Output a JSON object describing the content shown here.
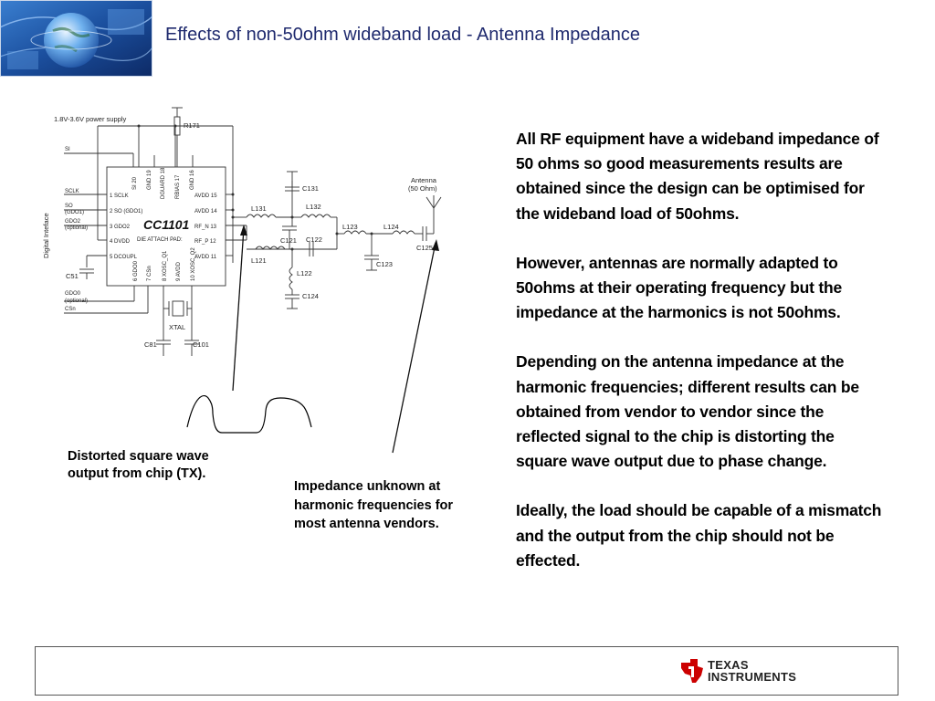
{
  "slide": {
    "title": "Effects of non-50ohm wideband load - Antenna Impedance"
  },
  "schematic": {
    "power_supply": "1.8V-3.6V power supply",
    "digital_interface": "Digital Inteface",
    "chip_name": "CC1101",
    "die_attach": "DIE ATTACH PAD:",
    "antenna": "Antenna",
    "antenna_ohm": "(50 Ohm)",
    "xtal": "XTAL",
    "left_pins": [
      "1 SCLK",
      "2 SO (GDO1)",
      "3 GDO2",
      "4 DVDD",
      "5 DCOUPL"
    ],
    "right_pins": [
      "AVDD 15",
      "AVDD 14",
      "RF_N 13",
      "RF_P 12",
      "AVDD 11"
    ],
    "top_pins": [
      "SI 20",
      "GND 19",
      "DGUARD 18",
      "RBIAS 17",
      "GND 16"
    ],
    "bottom_pins": [
      "6 GDO0",
      "7 CSn",
      "8 XOSC_Q1",
      "9 AVDD",
      "10 XOSC_Q2"
    ],
    "signals": [
      "SI",
      "SCLK",
      "SO",
      "(GDO1)",
      "GDO2",
      "(optional)",
      "GDO0",
      "(optional)",
      "CSn"
    ],
    "components": {
      "r171": "R171",
      "c131": "C131",
      "l131": "L131",
      "l132": "L132",
      "c121": "C121",
      "c122": "C122",
      "l121": "L121",
      "l122": "L122",
      "c124": "C124",
      "l123": "L123",
      "l124": "L124",
      "c123": "C123",
      "c125": "C125",
      "c51": "C51",
      "c81": "C81",
      "c101": "C101"
    }
  },
  "captions": {
    "chip": "Distorted square wave output from chip (TX).",
    "impedance": "Impedance unknown at harmonic frequencies for most antenna vendors."
  },
  "body": {
    "p1": "All RF equipment have a wideband impedance of 50 ohms so good measurements results are obtained since the design can be optimised for the wideband load of 50ohms.",
    "p2": "However, antennas are normally adapted to 50ohms at their operating frequency but the impedance at the harmonics is not 50ohms.",
    "p3": "Depending on the antenna impedance at the harmonic frequencies; different results can be obtained from vendor to vendor since the reflected signal to the chip is distorting the square wave output due to phase change.",
    "p4": "Ideally, the load should be capable of a mismatch and the output from the chip should not be effected."
  },
  "footer": {
    "brand_line1": "Texas",
    "brand_line2": "Instruments",
    "brand_color": "#cc0000"
  }
}
